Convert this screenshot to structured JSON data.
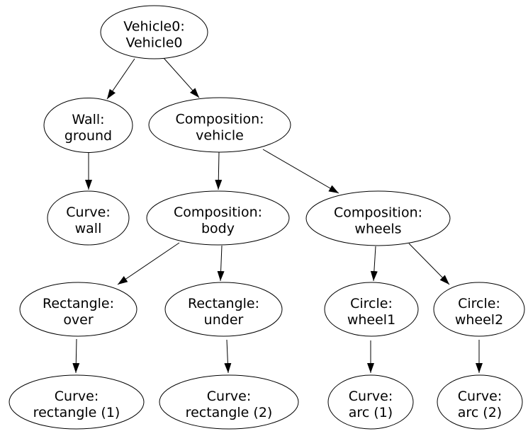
{
  "diagram": {
    "type": "tree-graph",
    "colors": {
      "background": "#ffffff",
      "node_fill": "#ffffff",
      "node_stroke": "#000000",
      "edge": "#000000",
      "text": "#000000"
    },
    "nodes": {
      "vehicle0": {
        "line1": "Vehicle0:",
        "line2": "Vehicle0"
      },
      "wall_ground": {
        "line1": "Wall:",
        "line2": "ground"
      },
      "composition_vehicle": {
        "line1": "Composition:",
        "line2": "vehicle"
      },
      "curve_wall": {
        "line1": "Curve:",
        "line2": "wall"
      },
      "composition_body": {
        "line1": "Composition:",
        "line2": "body"
      },
      "composition_wheels": {
        "line1": "Composition:",
        "line2": "wheels"
      },
      "rectangle_over": {
        "line1": "Rectangle:",
        "line2": "over"
      },
      "rectangle_under": {
        "line1": "Rectangle:",
        "line2": "under"
      },
      "circle_wheel1": {
        "line1": "Circle:",
        "line2": "wheel1"
      },
      "circle_wheel2": {
        "line1": "Circle:",
        "line2": "wheel2"
      },
      "curve_rectangle1": {
        "line1": "Curve:",
        "line2": "rectangle (1)"
      },
      "curve_rectangle2": {
        "line1": "Curve:",
        "line2": "rectangle (2)"
      },
      "curve_arc1": {
        "line1": "Curve:",
        "line2": "arc (1)"
      },
      "curve_arc2": {
        "line1": "Curve:",
        "line2": "arc (2)"
      }
    },
    "edges": [
      {
        "from": "vehicle0",
        "to": "wall_ground"
      },
      {
        "from": "vehicle0",
        "to": "composition_vehicle"
      },
      {
        "from": "wall_ground",
        "to": "curve_wall"
      },
      {
        "from": "composition_vehicle",
        "to": "composition_body"
      },
      {
        "from": "composition_vehicle",
        "to": "composition_wheels"
      },
      {
        "from": "composition_body",
        "to": "rectangle_over"
      },
      {
        "from": "composition_body",
        "to": "rectangle_under"
      },
      {
        "from": "composition_wheels",
        "to": "circle_wheel1"
      },
      {
        "from": "composition_wheels",
        "to": "circle_wheel2"
      },
      {
        "from": "rectangle_over",
        "to": "curve_rectangle1"
      },
      {
        "from": "rectangle_under",
        "to": "curve_rectangle2"
      },
      {
        "from": "circle_wheel1",
        "to": "curve_arc1"
      },
      {
        "from": "circle_wheel2",
        "to": "curve_arc2"
      }
    ]
  }
}
